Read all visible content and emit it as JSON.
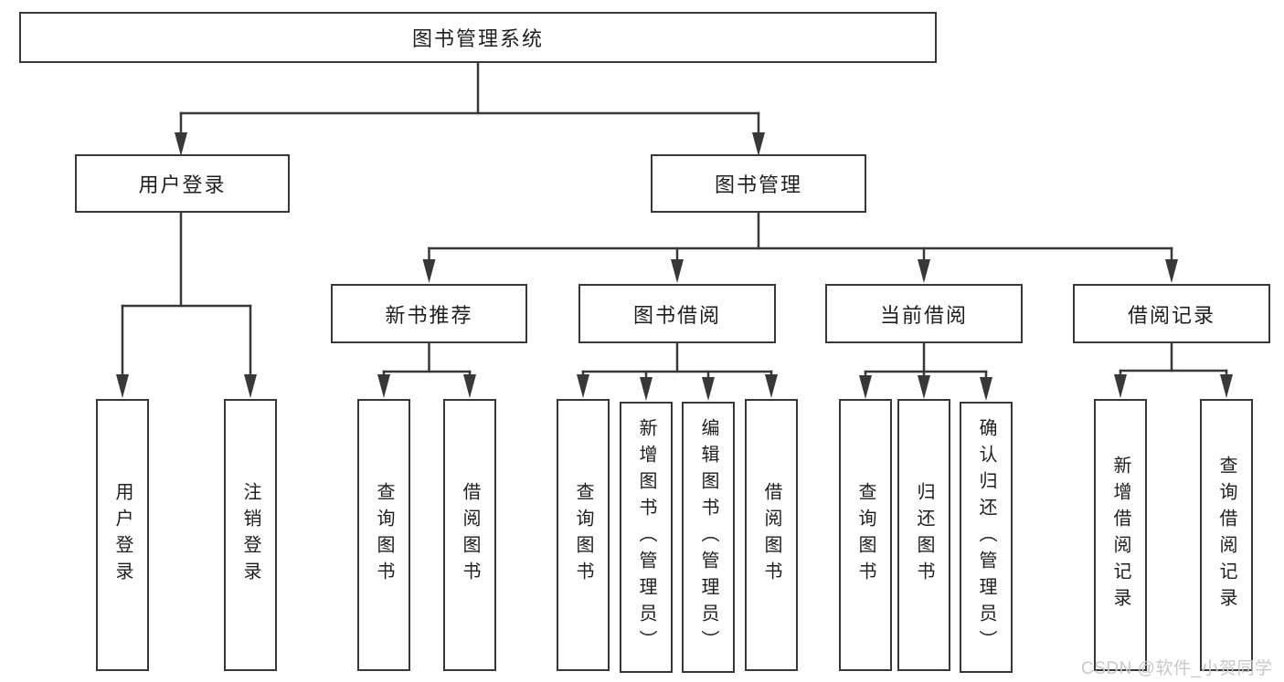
{
  "tree": {
    "root": {
      "label": "图书管理系统"
    },
    "user_login": {
      "label": "用户登录",
      "children": [
        {
          "label": "用户登录"
        },
        {
          "label": "注销登录"
        }
      ]
    },
    "book_management": {
      "label": "图书管理",
      "sections": [
        {
          "label": "新书推荐",
          "children": [
            {
              "label": "查询图书"
            },
            {
              "label": "借阅图书"
            }
          ]
        },
        {
          "label": "图书借阅",
          "children": [
            {
              "label": "查询图书"
            },
            {
              "label": "新增图书（管理员）"
            },
            {
              "label": "编辑图书（管理员）"
            },
            {
              "label": "借阅图书"
            }
          ]
        },
        {
          "label": "当前借阅",
          "children": [
            {
              "label": "查询图书"
            },
            {
              "label": "归还图书"
            },
            {
              "label": "确认归还（管理员）"
            }
          ]
        },
        {
          "label": "借阅记录",
          "children": [
            {
              "label": "新增借阅记录"
            },
            {
              "label": "查询借阅记录"
            }
          ]
        }
      ]
    }
  },
  "watermark": {
    "text": "CSDN @软件_小贺同学"
  },
  "colors": {
    "line": "#383838",
    "box_border": "#383838",
    "text": "#1e1e1e",
    "watermark": "#c8c8c8",
    "background": "#ffffff"
  }
}
